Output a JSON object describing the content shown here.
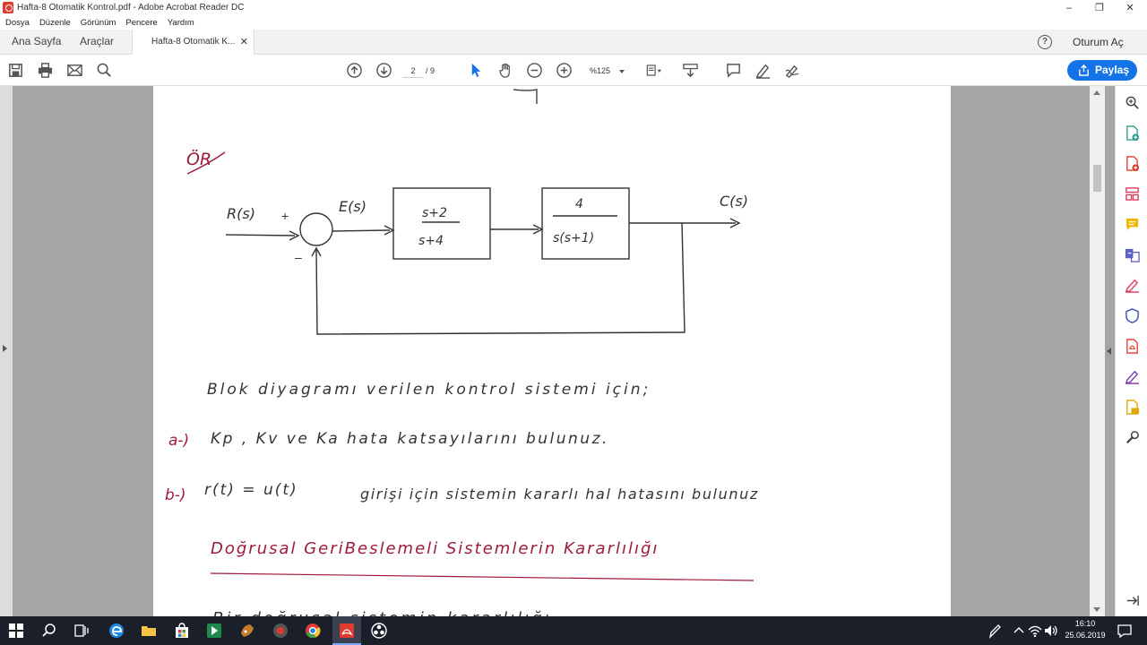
{
  "window": {
    "title": "Hafta-8 Otomatik Kontrol.pdf - Adobe Acrobat Reader DC",
    "minimize": "–",
    "maximize": "❐",
    "close": "✕"
  },
  "menu": [
    "Dosya",
    "Düzenle",
    "Görünüm",
    "Pencere",
    "Yardım"
  ],
  "tabs": {
    "home": "Ana Sayfa",
    "tools": "Araçlar",
    "document": "Hafta-8 Otomatik K...",
    "close": "✕"
  },
  "header": {
    "help": "?",
    "signin": "Oturum Aç"
  },
  "toolbar": {
    "current_page": "2",
    "total_pages": "/ 9",
    "zoom": "%125",
    "share": "Paylaş"
  },
  "document": {
    "example_label": "ÖR",
    "diagram": {
      "input": "R(s)",
      "plus": "+",
      "minus": "–",
      "error": "E(s)",
      "block1_num": "s+2",
      "block1_den": "s+4",
      "block2_num": "4",
      "block2_den": "s(s+1)",
      "output": "C(s)"
    },
    "intro": "Blok diyagramı verilen kontrol sistemi için;",
    "qa_label": "a-)",
    "qa_text": "Kp , Kv ve Ka hata katsayılarını bulunuz.",
    "qb_label": "b-)",
    "qb_formula": "r(t) = u(t)",
    "qb_text": "girişi için sistemin kararlı hal hatasını bulunuz",
    "heading": "Doğrusal  GeriBeslemeli  Sistemlerin  Kararlılığı",
    "cutoff": "Bir doğrusal sistemin kararlılığı"
  },
  "taskbar": {
    "time": "16:10",
    "date": "25.06.2019"
  },
  "colors": {
    "accent": "#1473e6",
    "ink": "#222222",
    "red_ink": "#9c1c3a",
    "taskbar": "#1a1f2a"
  }
}
